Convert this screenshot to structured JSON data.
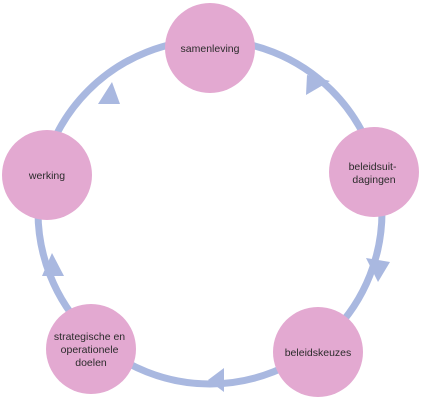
{
  "nodes": [
    {
      "lines": [
        "samenleving"
      ]
    },
    {
      "lines": [
        "beleidsuit-",
        "dagingen"
      ]
    },
    {
      "lines": [
        "beleidskeuzes"
      ]
    },
    {
      "lines": [
        "strategische en",
        "operationele",
        "doelen"
      ]
    },
    {
      "lines": [
        "werking"
      ]
    }
  ],
  "colors": {
    "node_fill": "#e3a9d1",
    "ring": "#a9b8e0",
    "arrow": "#a9b8e0",
    "text": "#2b2b2b"
  }
}
